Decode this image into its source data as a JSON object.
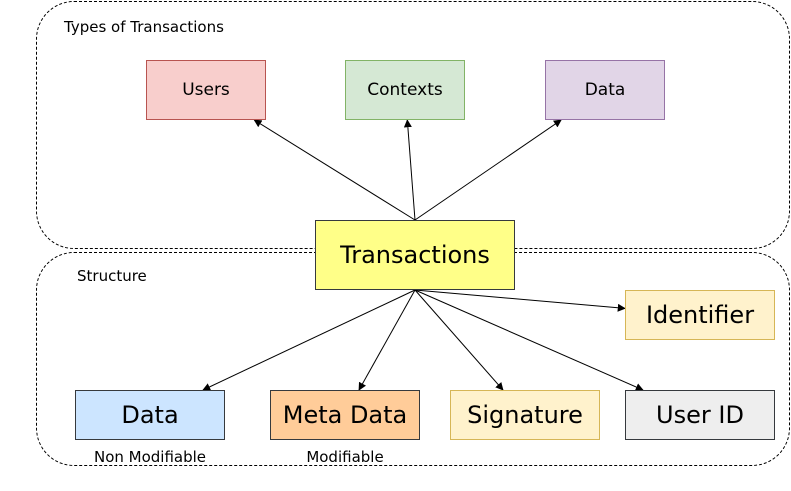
{
  "groups": {
    "types": {
      "label": "Types of Transactions"
    },
    "structure": {
      "label": "Structure"
    }
  },
  "nodes": {
    "users": {
      "label": "Users",
      "fill": "#f8cecc",
      "stroke": "#b85450"
    },
    "contexts": {
      "label": "Contexts",
      "fill": "#d5e8d4",
      "stroke": "#82b366"
    },
    "data_type": {
      "label": "Data",
      "fill": "#e1d5e7",
      "stroke": "#9673a6"
    },
    "transactions": {
      "label": "Transactions",
      "fill": "#ffff88",
      "stroke": "#36393d"
    },
    "identifier": {
      "label": "Identifier",
      "fill": "#fff2cc",
      "stroke": "#d6b656"
    },
    "data_struct": {
      "label": "Data",
      "fill": "#cce5ff",
      "stroke": "#36393d"
    },
    "meta_data": {
      "label": "Meta Data",
      "fill": "#ffcc99",
      "stroke": "#36393d"
    },
    "signature": {
      "label": "Signature",
      "fill": "#fff2cc",
      "stroke": "#d6b656"
    },
    "user_id": {
      "label": "User ID",
      "fill": "#eeeeee",
      "stroke": "#36393d"
    }
  },
  "captions": {
    "data_struct": "Non Modifiable",
    "meta_data": "Modifiable"
  },
  "edges": [
    {
      "from": "transactions",
      "to": "users"
    },
    {
      "from": "transactions",
      "to": "contexts"
    },
    {
      "from": "transactions",
      "to": "data_type"
    },
    {
      "from": "transactions",
      "to": "identifier"
    },
    {
      "from": "transactions",
      "to": "data_struct"
    },
    {
      "from": "transactions",
      "to": "meta_data"
    },
    {
      "from": "transactions",
      "to": "signature"
    },
    {
      "from": "transactions",
      "to": "user_id"
    }
  ]
}
